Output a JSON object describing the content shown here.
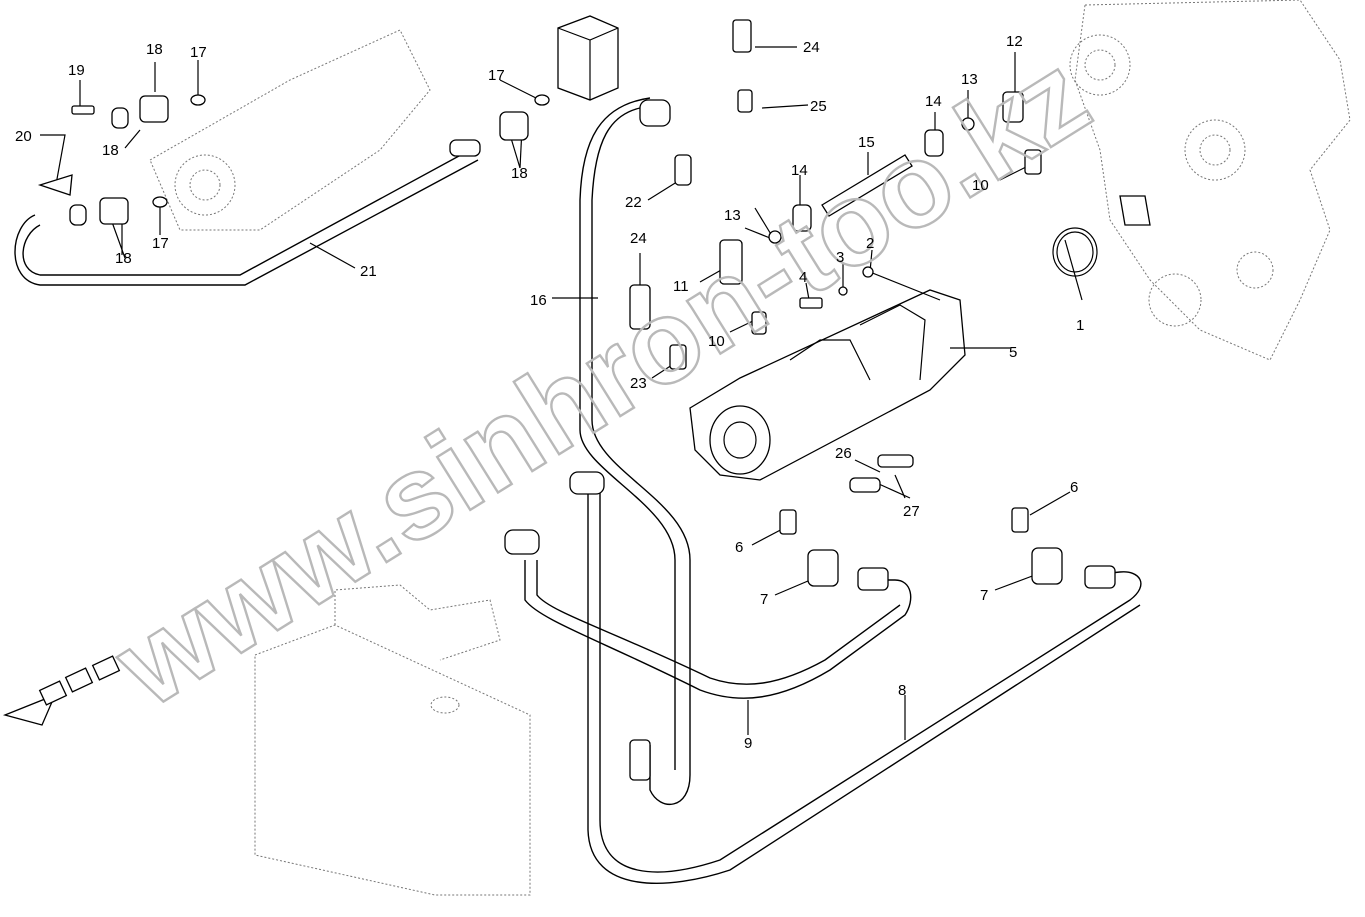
{
  "watermark": "www.sinhron-too.kz",
  "callouts": [
    {
      "id": "c1",
      "text": "1"
    },
    {
      "id": "c2",
      "text": "2"
    },
    {
      "id": "c3",
      "text": "3"
    },
    {
      "id": "c4",
      "text": "4"
    },
    {
      "id": "c5",
      "text": "5"
    },
    {
      "id": "c6a",
      "text": "6"
    },
    {
      "id": "c6b",
      "text": "6"
    },
    {
      "id": "c7a",
      "text": "7"
    },
    {
      "id": "c7b",
      "text": "7"
    },
    {
      "id": "c8",
      "text": "8"
    },
    {
      "id": "c9",
      "text": "9"
    },
    {
      "id": "c10a",
      "text": "10"
    },
    {
      "id": "c10b",
      "text": "10"
    },
    {
      "id": "c11",
      "text": "11"
    },
    {
      "id": "c12",
      "text": "12"
    },
    {
      "id": "c13a",
      "text": "13"
    },
    {
      "id": "c13b",
      "text": "13"
    },
    {
      "id": "c14a",
      "text": "14"
    },
    {
      "id": "c14b",
      "text": "14"
    },
    {
      "id": "c15",
      "text": "15"
    },
    {
      "id": "c16",
      "text": "16"
    },
    {
      "id": "c17a",
      "text": "17"
    },
    {
      "id": "c17b",
      "text": "17"
    },
    {
      "id": "c17c",
      "text": "17"
    },
    {
      "id": "c18a",
      "text": "18"
    },
    {
      "id": "c18b",
      "text": "18"
    },
    {
      "id": "c18c",
      "text": "18"
    },
    {
      "id": "c18d",
      "text": "18"
    },
    {
      "id": "c19",
      "text": "19"
    },
    {
      "id": "c20",
      "text": "20"
    },
    {
      "id": "c21",
      "text": "21"
    },
    {
      "id": "c22",
      "text": "22"
    },
    {
      "id": "c23",
      "text": "23"
    },
    {
      "id": "c24a",
      "text": "24"
    },
    {
      "id": "c24b",
      "text": "24"
    },
    {
      "id": "c25",
      "text": "25"
    },
    {
      "id": "c26",
      "text": "26"
    },
    {
      "id": "c27",
      "text": "27"
    }
  ]
}
